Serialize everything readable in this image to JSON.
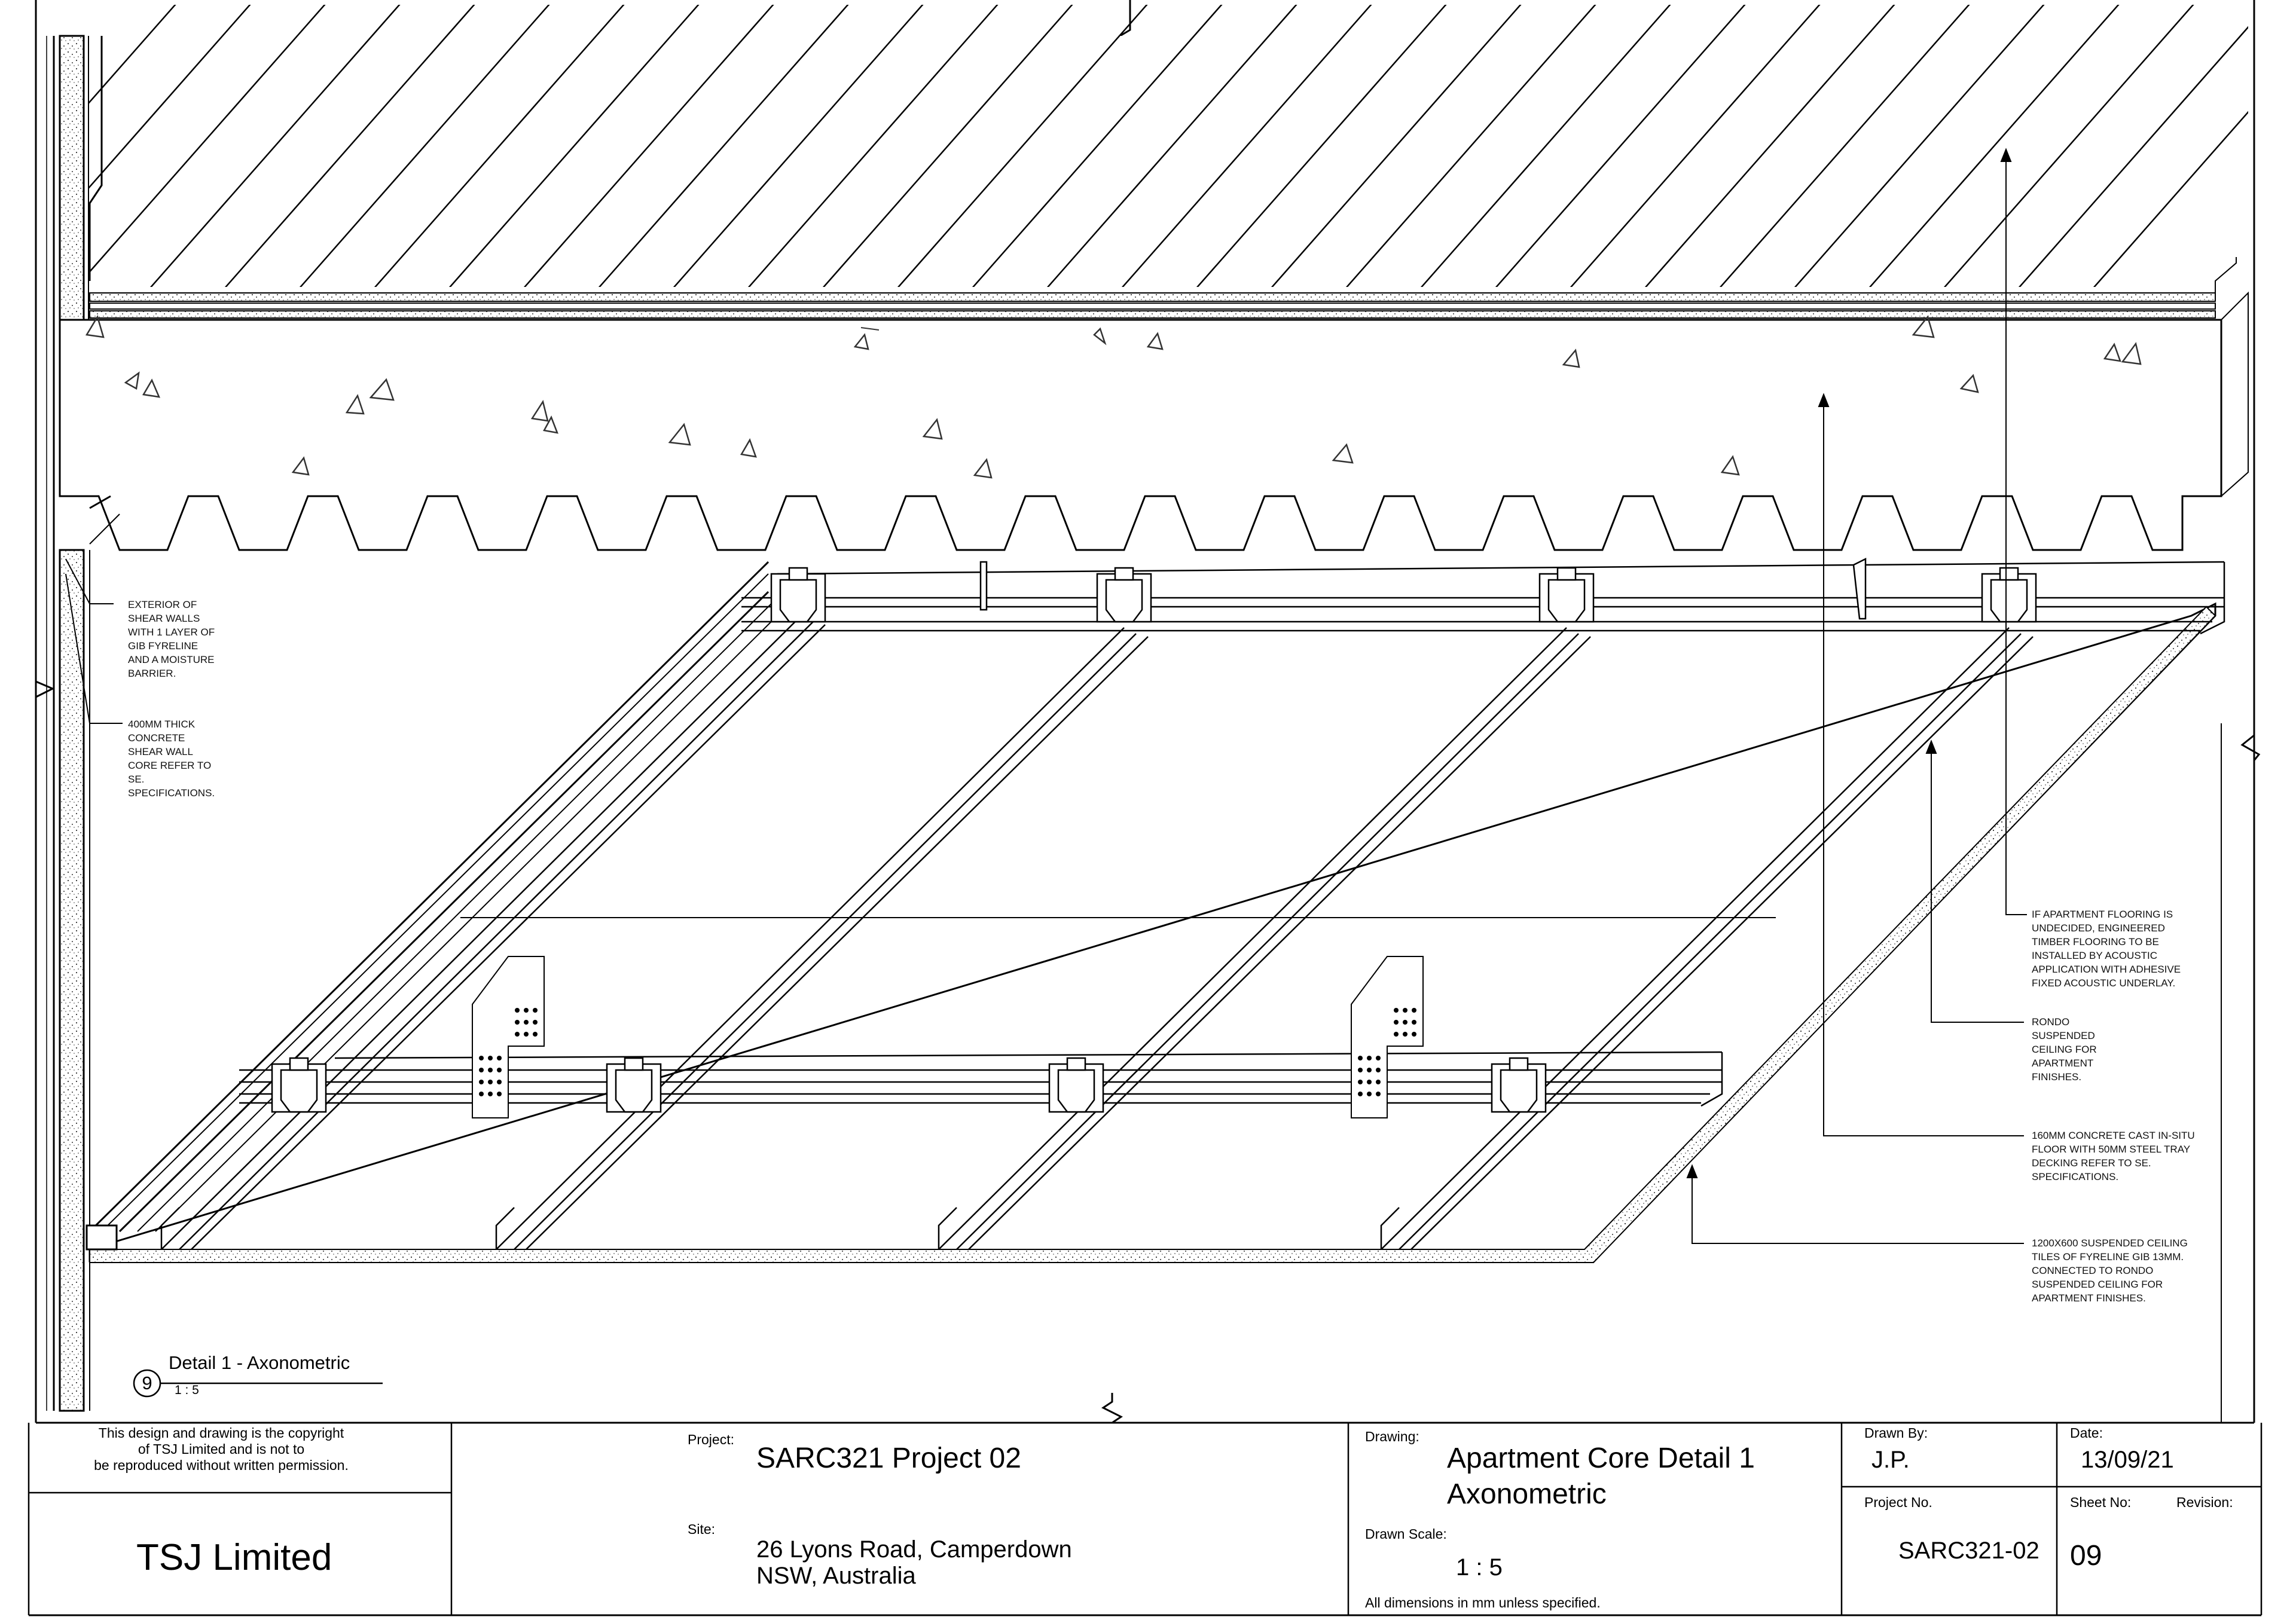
{
  "notes": {
    "exterior_wall": "EXTERIOR OF\nSHEAR WALLS\nWITH 1 LAYER OF\nGIB FYRELINE\nAND A MOISTURE\nBARRIER.",
    "shear_core": "400MM THICK\nCONCRETE\nSHEAR WALL\nCORE REFER TO\nSE.\nSPECIFICATIONS.",
    "flooring": "IF APARTMENT FLOORING IS\nUNDECIDED, ENGINEERED\nTIMBER FLOORING TO BE\nINSTALLED BY ACOUSTIC\nAPPLICATION WITH ADHESIVE\nFIXED ACOUSTIC UNDERLAY.",
    "rondo": "RONDO\nSUSPENDED\nCEILING FOR\nAPARTMENT\nFINISHES.",
    "slab": "160MM CONCRETE CAST IN-SITU\nFLOOR WITH 50MM STEEL TRAY\nDECKING REFER TO SE.\nSPECIFICATIONS.",
    "tiles": "1200x600 SUSPENDED CEILING\nTILES  OF FYRELINE GIB 13mm.\nCONNECTED TO RONDO\nSUSPENDED CEILING FOR\nAPARTMENT FINISHES."
  },
  "detail": {
    "number": "9",
    "title": "Detail 1 - Axonometric",
    "scale": "1 : 5"
  },
  "title_block": {
    "copyright": "This design and drawing is the copyright\nof TSJ Limited and is not to\nbe reproduced without written permission.",
    "company": "TSJ Limited",
    "project_label": "Project:",
    "project": "SARC321 Project 02",
    "site_label": "Site:",
    "site_line1": "26 Lyons Road, Camperdown",
    "site_line2": "NSW, Australia",
    "drawing_label": "Drawing:",
    "drawing_line1": "Apartment Core Detail 1",
    "drawing_line2": "Axonometric",
    "scale_label": "Drawn Scale:",
    "scale": "1 : 5",
    "dimensions_note": "All dimensions in mm unless specified.",
    "drawn_by_label": "Drawn By:",
    "drawn_by": "J.P.",
    "date_label": "Date:",
    "date": "13/09/21",
    "project_no_label": "Project No.",
    "project_no": "SARC321-02",
    "sheet_no_label": "Sheet No:",
    "sheet_no": "09",
    "revision_label": "Revision:",
    "revision": ""
  }
}
